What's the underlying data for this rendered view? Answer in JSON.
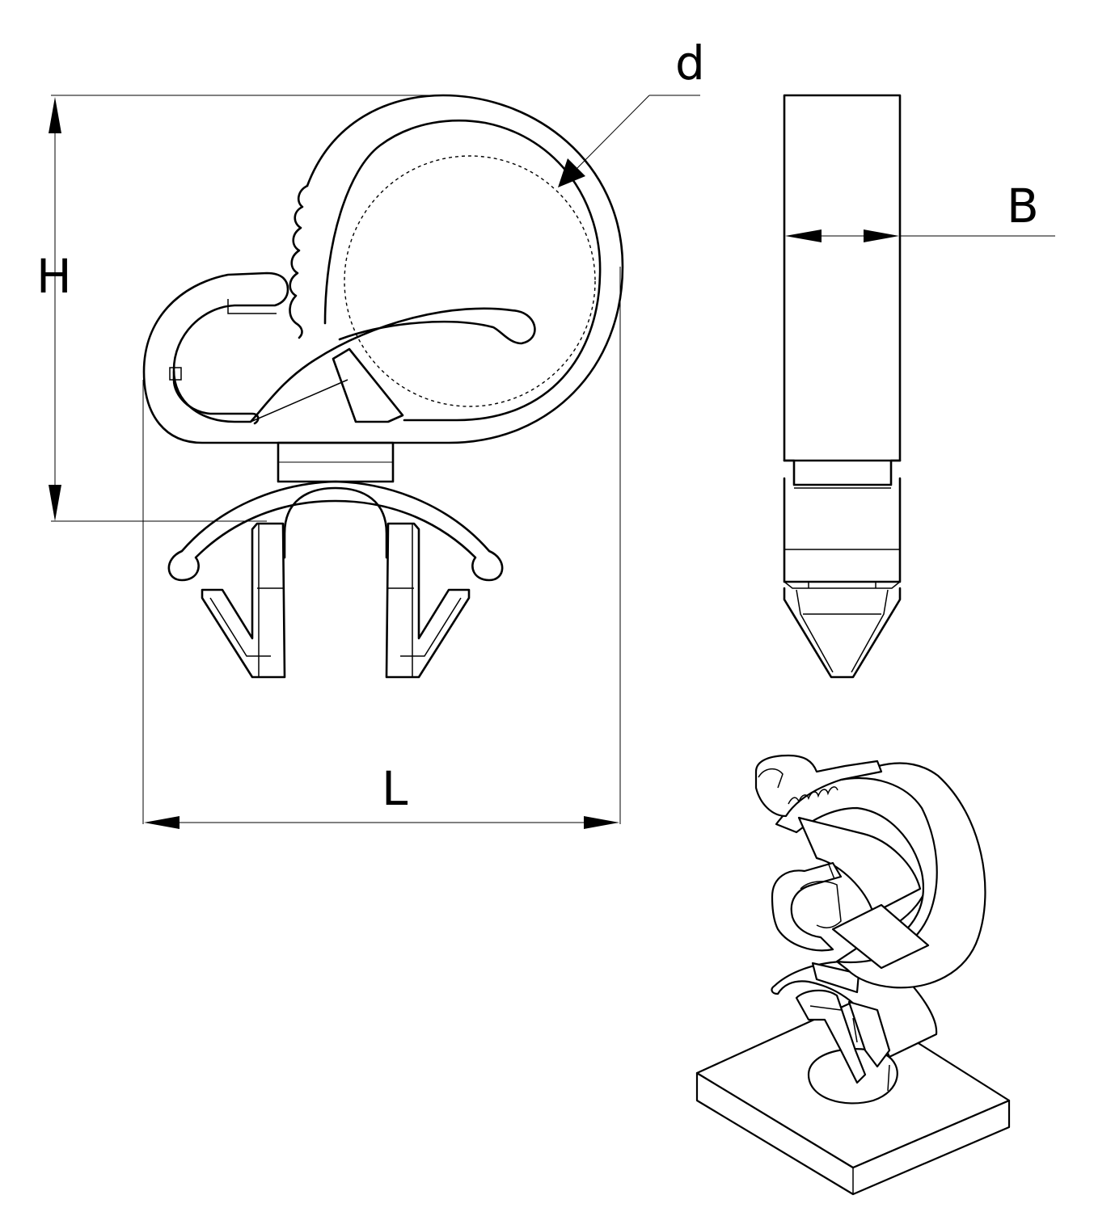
{
  "dimension_labels": {
    "diameter": "d",
    "height": "H",
    "width": "B",
    "length": "L"
  },
  "colors": {
    "line": "#000000",
    "background": "#ffffff"
  }
}
